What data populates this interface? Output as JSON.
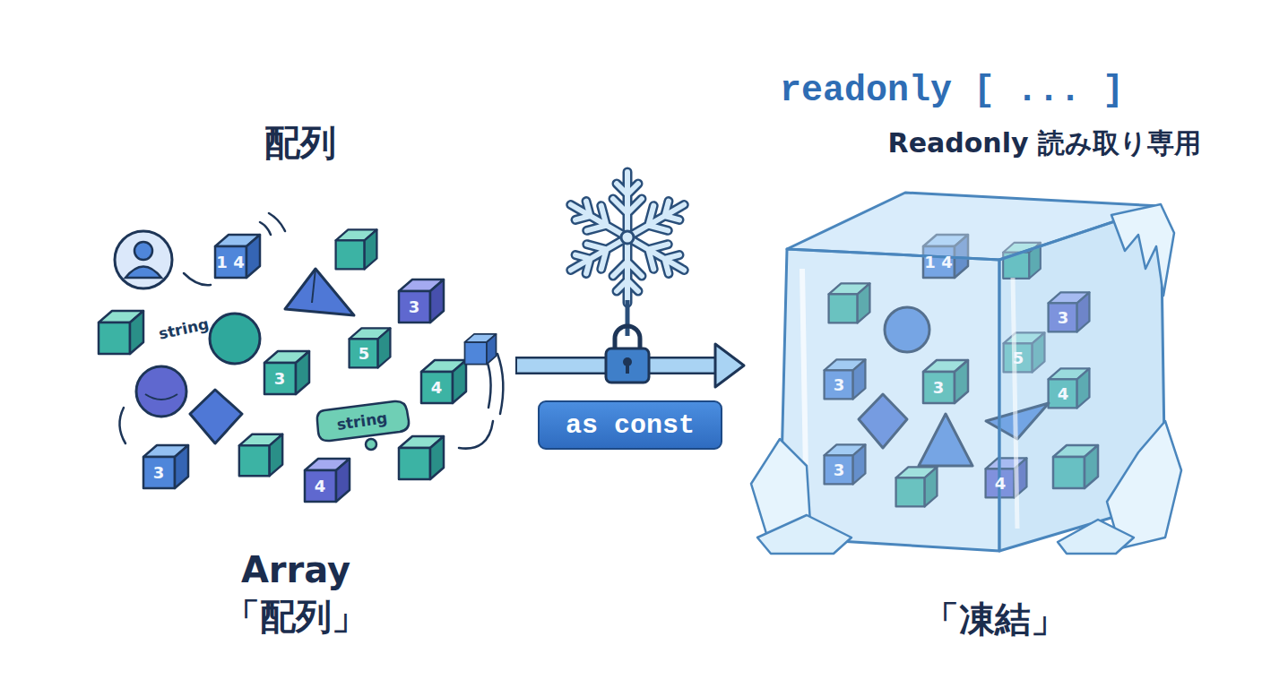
{
  "diagram": {
    "nodes": [
      {
        "text": [
          "配列",
          "Array 「配列」"
        ]
      },
      {
        "text": [
          "readonly [ ... ]",
          "Readonly 読み取り専用",
          "「凍結」"
        ]
      }
    ],
    "edges": [
      {
        "from": 0,
        "to": 1,
        "arrow": "to",
        "label": "as const"
      }
    ],
    "labels": [
      "1 4",
      "string",
      "3",
      "5",
      "3",
      "4",
      "string",
      "3",
      "4",
      "1 4",
      "3",
      "5",
      "3",
      "3",
      "4",
      "3",
      "4"
    ]
  }
}
